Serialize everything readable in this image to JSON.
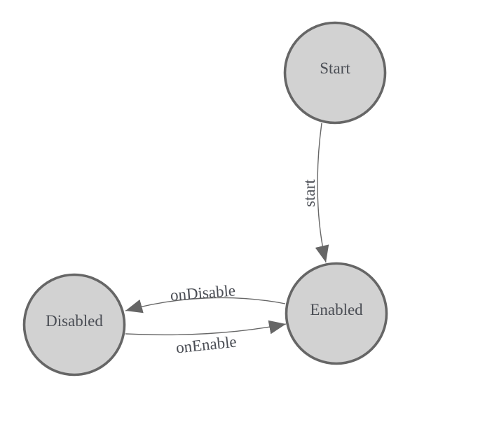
{
  "diagram": {
    "title": "state-machine",
    "nodes": [
      {
        "id": "start",
        "label": "Start"
      },
      {
        "id": "enabled",
        "label": "Enabled"
      },
      {
        "id": "disabled",
        "label": "Disabled"
      }
    ],
    "edges": [
      {
        "from": "start",
        "to": "enabled",
        "label": "start"
      },
      {
        "from": "enabled",
        "to": "disabled",
        "label": "onDisable"
      },
      {
        "from": "disabled",
        "to": "enabled",
        "label": "onEnable"
      }
    ]
  },
  "colors": {
    "canvas-bg": "#ffffff",
    "node-fill": "#d2d2d2",
    "node-stroke": "#666666",
    "edge-stroke": "#666666",
    "arrow-fill": "#666666",
    "label-color": "#4b4e55"
  }
}
